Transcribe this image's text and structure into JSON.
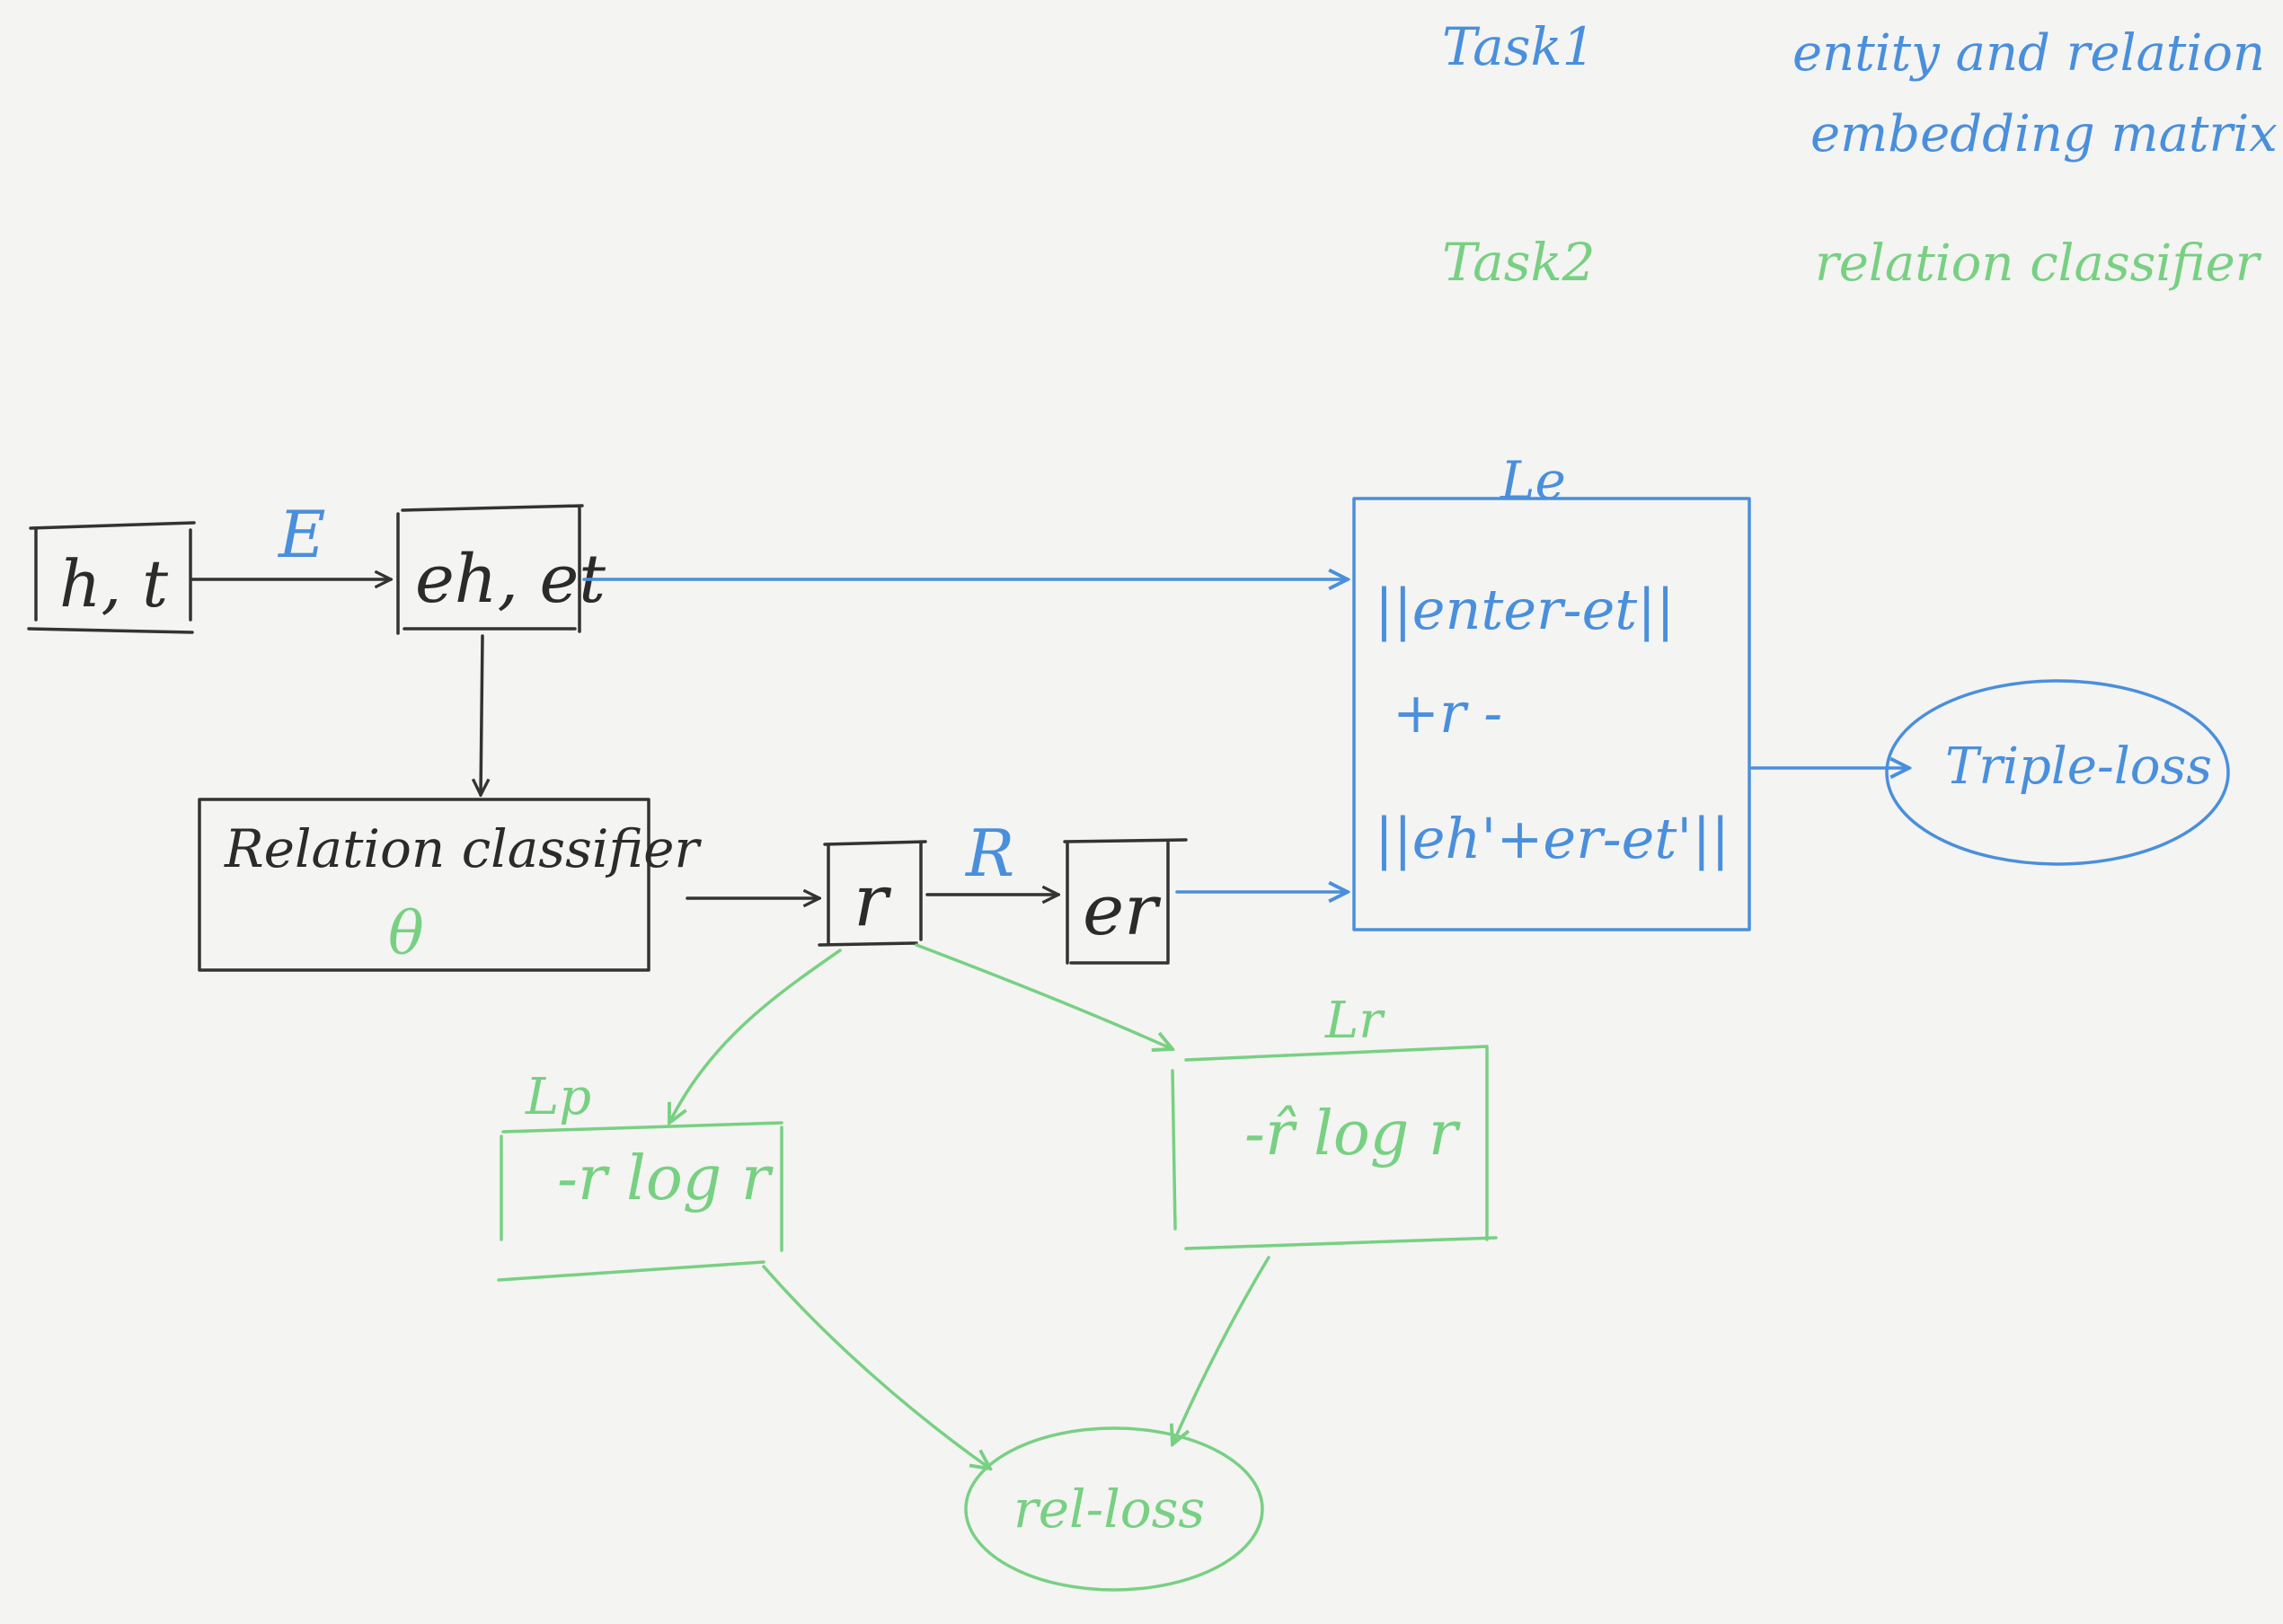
{
  "legend": {
    "task1": {
      "label": "Task1",
      "desc_line1": "entity and relation",
      "desc_line2": "embedding matrix",
      "color": "#4a8fdc"
    },
    "task2": {
      "label": "Task2",
      "desc": "relation classifier",
      "color": "#78d083"
    }
  },
  "nodes": {
    "input": "h, t",
    "embeddings": "eh, et",
    "classifier_title": "Relation classifier",
    "classifier_param": "θ",
    "relation": "r",
    "relation_embedding": "er",
    "le_box": {
      "title": "Le",
      "line1": "||enter-et||",
      "line2": "+r -",
      "line3": "||eh'+er-et'||"
    },
    "triple_loss": "Triple-loss",
    "lp_box": {
      "title": "Lp",
      "formula": "-r log r"
    },
    "lr_box": {
      "title": "Lr",
      "formula": "-r̂ log r"
    },
    "rel_loss": "rel-loss"
  },
  "edge_labels": {
    "entity_embedding": "E",
    "relation_embedding": "R"
  },
  "colors": {
    "task1": "#4a8fdc",
    "task2": "#78d083",
    "base": "#333333",
    "background": "#f4f4f2"
  }
}
